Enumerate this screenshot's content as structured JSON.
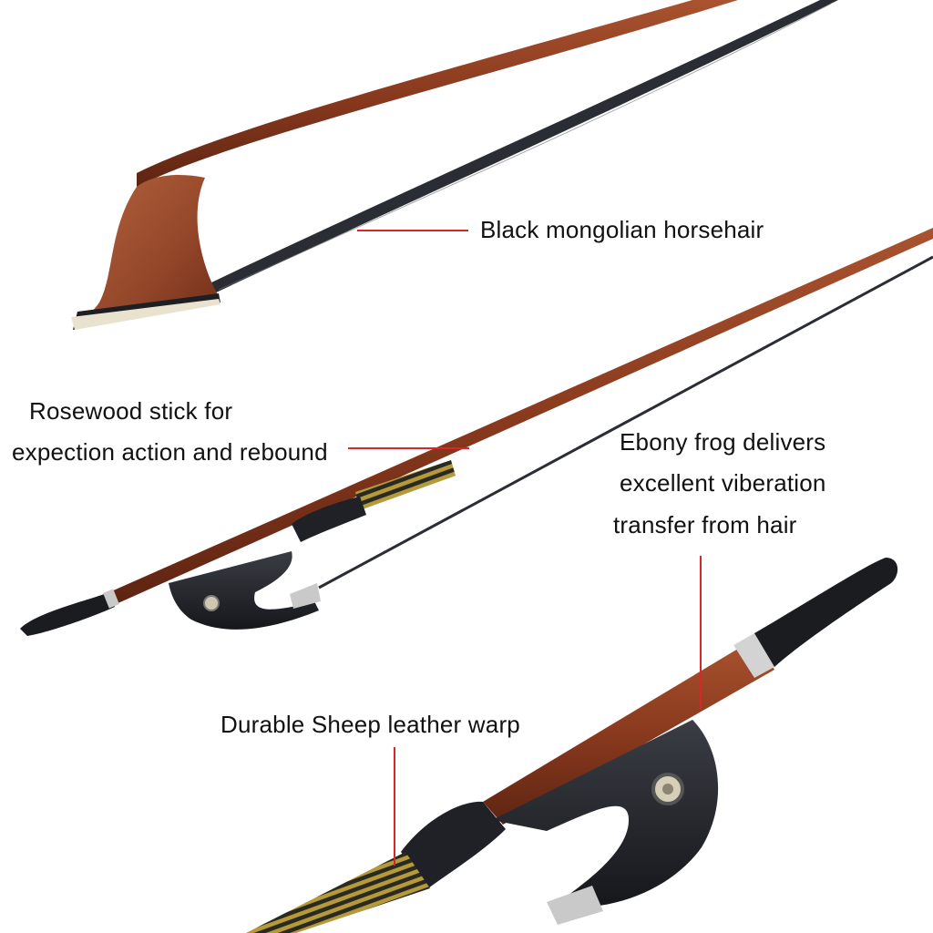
{
  "labels": {
    "horsehair": "Black mongolian horsehair",
    "rosewood_line1": "Rosewood stick for",
    "rosewood_line2": "expection action and rebound",
    "ebony_line1": "Ebony frog delivers",
    "ebony_line2": "excellent viberation",
    "ebony_line3": "transfer from hair",
    "leather": "Durable Sheep leather warp"
  },
  "colors": {
    "background": "#ffffff",
    "leader_line": "#d9262b",
    "rosewood": "#8a3a1e",
    "ebony": "#1d1f24",
    "horsehair": "#2a2d33",
    "winding": "#b59a3a",
    "metal": "#c9c9c9"
  }
}
